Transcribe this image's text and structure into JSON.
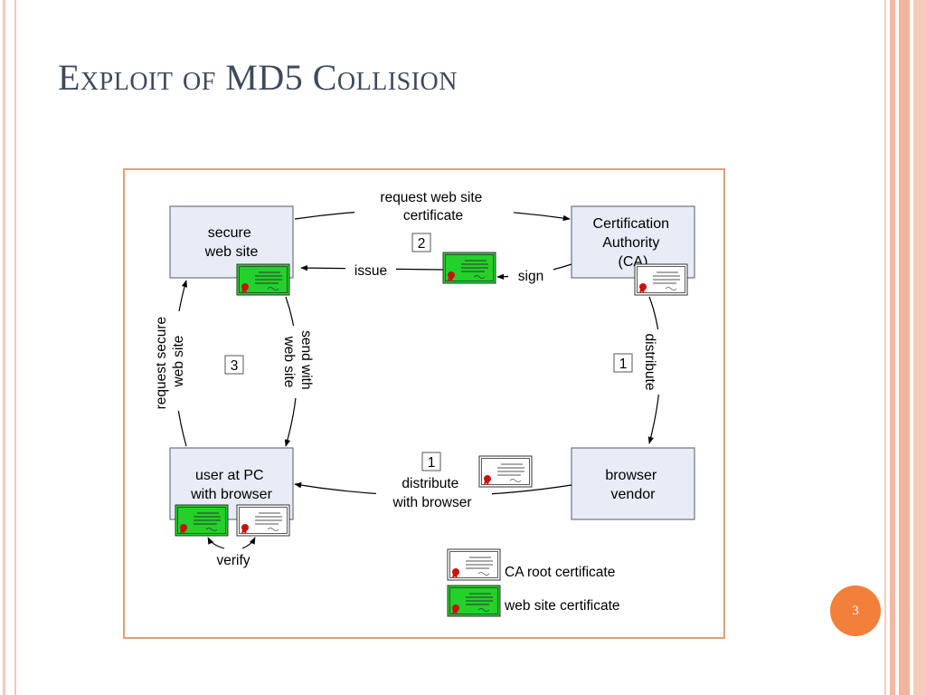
{
  "slide": {
    "title": "Exploit of MD5 Collision",
    "page_number": "3"
  },
  "diagram": {
    "nodes": {
      "secure_web_site": [
        "secure",
        "web site"
      ],
      "certification_authority": [
        "Certification",
        "Authority",
        "(CA)"
      ],
      "user_pc": [
        "user at PC",
        "with browser"
      ],
      "browser_vendor": [
        "browser",
        "vendor"
      ]
    },
    "edges": {
      "request_certificate": [
        "request web site",
        "certificate"
      ],
      "issue": "issue",
      "sign": "sign",
      "distribute": "distribute",
      "distribute_with_browser": [
        "distribute",
        "with browser"
      ],
      "request_secure_web_site": [
        "request secure",
        "web site"
      ],
      "send_with_web_site": [
        "send with",
        "web site"
      ],
      "verify": "verify"
    },
    "steps": {
      "step_2": "2",
      "step_3": "3",
      "step_1_right": "1",
      "step_1_bottom": "1"
    },
    "legend": {
      "ca_root": "CA root certificate",
      "web_site_cert": "web site certificate"
    },
    "colors": {
      "node_fill": "#e7ecf7",
      "node_border": "#6d7580",
      "cert_green": "#23d12a",
      "seal_red": "#cc1010",
      "frame_orange": "#e0a078",
      "badge_orange": "#f27f3a"
    }
  }
}
